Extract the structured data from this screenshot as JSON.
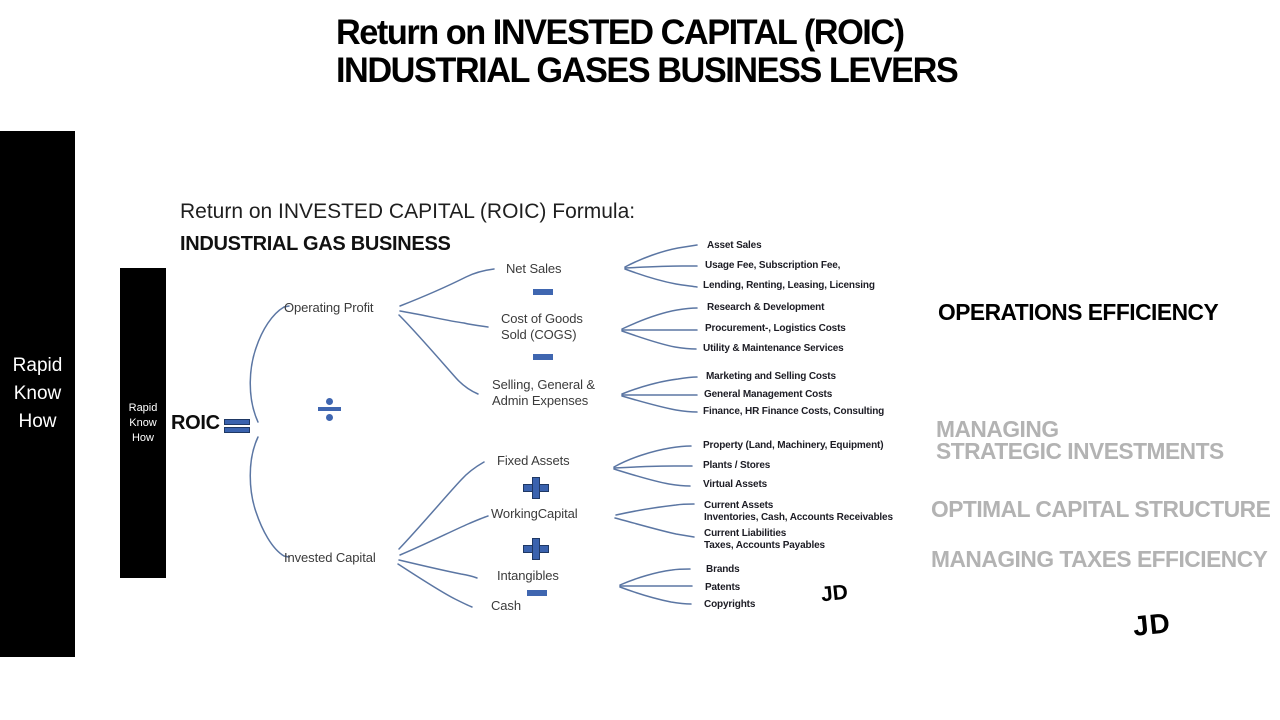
{
  "colors": {
    "accent_blue": "#3f66b0",
    "accent_blue_dark": "#1f3864",
    "connector_blue": "#5b76a3",
    "muted_gray": "#b3b3b3",
    "rail_black": "#000000"
  },
  "title": {
    "line1": "Return on INVESTED CAPITAL (ROIC)",
    "line2": "INDUSTRIAL GASES BUSINESS LEVERS"
  },
  "sidebar": {
    "line1": "Rapid",
    "line2": "Know",
    "line3": "How"
  },
  "diagram": {
    "heading_line1": "Return on INVESTED CAPITAL (ROIC) Formula:",
    "heading_line2": "INDUSTRIAL GAS BUSINESS",
    "badge": {
      "line1": "Rapid",
      "line2": "Know",
      "line3": "How"
    },
    "root_label": "ROIC",
    "branches": {
      "numerator": "Operating Profit",
      "denominator": "Invested Capital"
    },
    "numerator_items": {
      "net_sales": "Net Sales",
      "cogs_line1": "Cost of Goods",
      "cogs_line2": "Sold (COGS)",
      "sga_line1": "Selling, General &",
      "sga_line2": "Admin Expenses"
    },
    "denominator_items": {
      "fixed_assets": "Fixed Assets",
      "working_capital": "WorkingCapital",
      "intangibles": "Intangibles",
      "cash": "Cash"
    },
    "leaves": {
      "net_sales": [
        "Asset Sales",
        "Usage Fee, Subscription Fee,",
        "Lending, Renting, Leasing, Licensing"
      ],
      "cogs": [
        "Research & Development",
        "Procurement-, Logistics Costs",
        "Utility & Maintenance Services"
      ],
      "sga": [
        "Marketing and Selling Costs",
        "General Management Costs",
        "Finance, HR Finance Costs, Consulting"
      ],
      "fixed_assets": [
        "Property (Land, Machinery, Equipment)",
        "Plants / Stores",
        "Virtual Assets"
      ],
      "working_capital_1a": "Current Assets",
      "working_capital_1b": "Inventories, Cash, Accounts Receivables",
      "working_capital_2a": "Current Liabilities",
      "working_capital_2b": "Taxes, Accounts Payables",
      "intangibles_cash": [
        "Brands",
        "Patents",
        "Copyrights"
      ]
    },
    "signature": "JD"
  },
  "levers": {
    "operations": "OPERATIONS EFFICIENCY",
    "strategic_line1": "MANAGING",
    "strategic_line2": "STRATEGIC INVESTMENTS",
    "capital_structure": "OPTIMAL CAPITAL STRUCTURE",
    "taxes": "MANAGING TAXES EFFICIENCY",
    "signature": "JD"
  },
  "operators": {
    "equals": "=",
    "divide": "÷",
    "plus": "+",
    "minus": "−"
  }
}
